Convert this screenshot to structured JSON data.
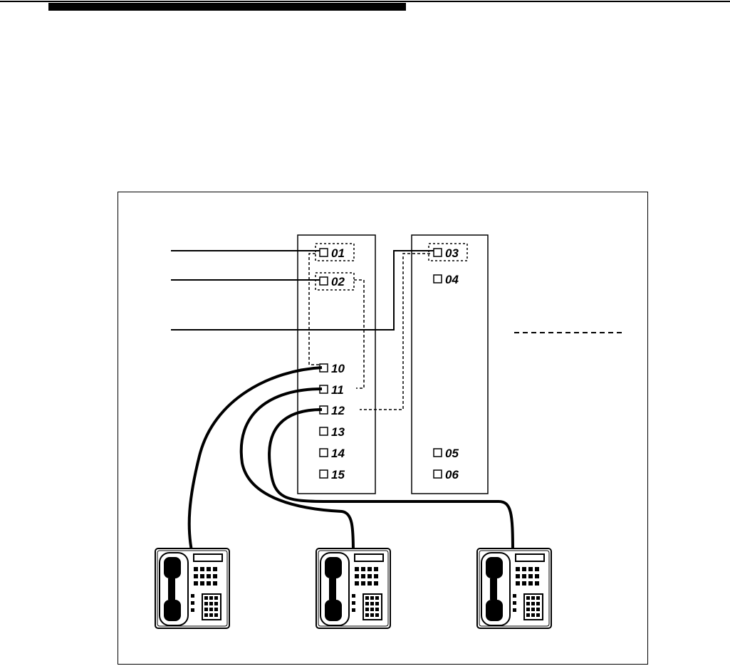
{
  "module_left": {
    "ports": [
      {
        "label": "01"
      },
      {
        "label": "02"
      },
      {
        "label": "10"
      },
      {
        "label": "11"
      },
      {
        "label": "12"
      },
      {
        "label": "13"
      },
      {
        "label": "14"
      },
      {
        "label": "15"
      }
    ]
  },
  "module_right": {
    "ports": [
      {
        "label": "03"
      },
      {
        "label": "04"
      },
      {
        "label": "05"
      },
      {
        "label": "06"
      }
    ]
  },
  "colors": {
    "line": "#000000",
    "background": "#ffffff"
  },
  "icons": [
    "telephone-icon",
    "port-jack-icon"
  ]
}
